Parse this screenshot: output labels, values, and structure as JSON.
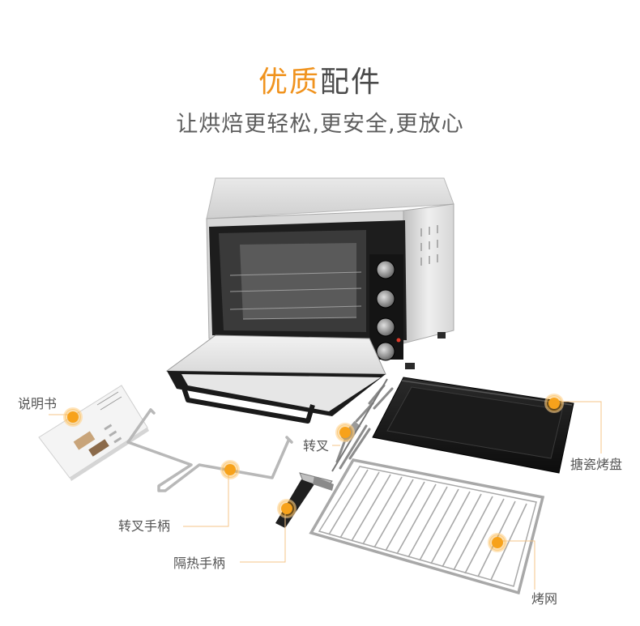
{
  "header": {
    "title_highlight": "优质",
    "title_rest": "配件",
    "subtitle": "让烘焙更轻松,更安全,更放心"
  },
  "labels": {
    "manual": "说明书",
    "rotisserie_fork": "转叉",
    "fork_handle": "转叉手柄",
    "insulated_handle": "隔热手柄",
    "enamel_tray": "搪瓷烤盘",
    "grill_rack": "烤网"
  },
  "colors": {
    "accent": "#f0931e",
    "title_text": "#4a4a4a",
    "label_text": "#555555",
    "oven_body": "#dcdcdc",
    "oven_front": "#1c1c1c"
  },
  "icons": {
    "callout_marker": "orange-dot-icon"
  }
}
